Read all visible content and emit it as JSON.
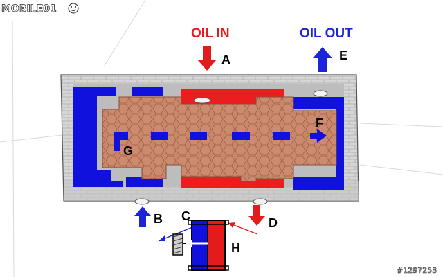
{
  "watermark": {
    "brand": "MOBILE01",
    "photo_id": "#1297253"
  },
  "labels": {
    "oil_in": "OIL IN",
    "oil_out": "OIL OUT",
    "a": "A",
    "b": "B",
    "c": "C",
    "d": "D",
    "e": "E",
    "f": "F",
    "g": "G",
    "h": "H"
  },
  "colors": {
    "oil_in": "#e41b1b",
    "oil_out": "#1b24d8",
    "housing": "#cfcfcf",
    "hex_core": "#c9846a",
    "hex_stroke": "#a06048"
  }
}
